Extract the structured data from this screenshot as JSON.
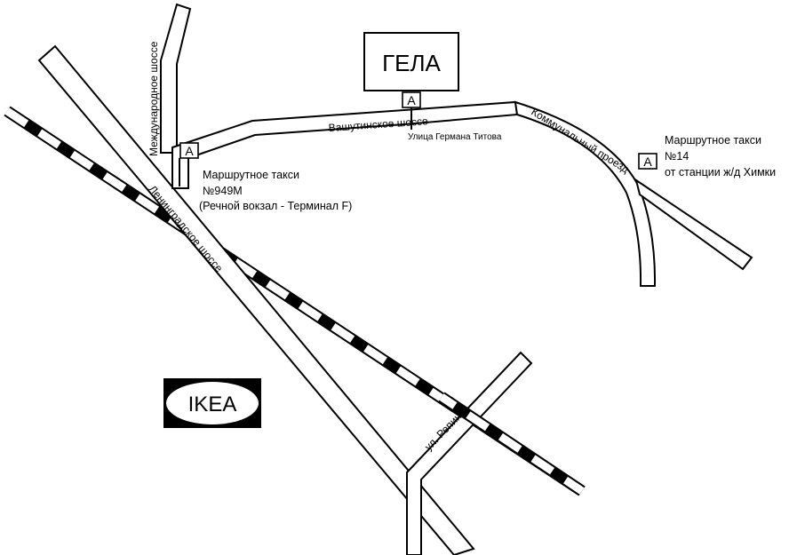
{
  "landmarks": {
    "gela": "ГЕЛА",
    "ikea": "IKEA"
  },
  "streets": {
    "leningradskoe": "Ленинградское шоссе",
    "mezhdunarodnoe": "Международное шоссе",
    "vashutinskoe": "Вашутинское шоссе",
    "kommunalny": "Коммунальный проезд",
    "repina": "ул. Репина",
    "germana_titova": "Улица Германа Титова"
  },
  "stops": {
    "symbol": "A",
    "taxi_949": {
      "line1": "Маршрутное такси",
      "line2": "№949М",
      "line3": "(Речной вокзал - Терминал F)"
    },
    "taxi_14": {
      "line1": "Маршрутное такси",
      "line2": "№14",
      "line3": "от станции ж/д Химки"
    }
  },
  "colors": {
    "ink": "#000000",
    "paper": "#ffffff"
  }
}
